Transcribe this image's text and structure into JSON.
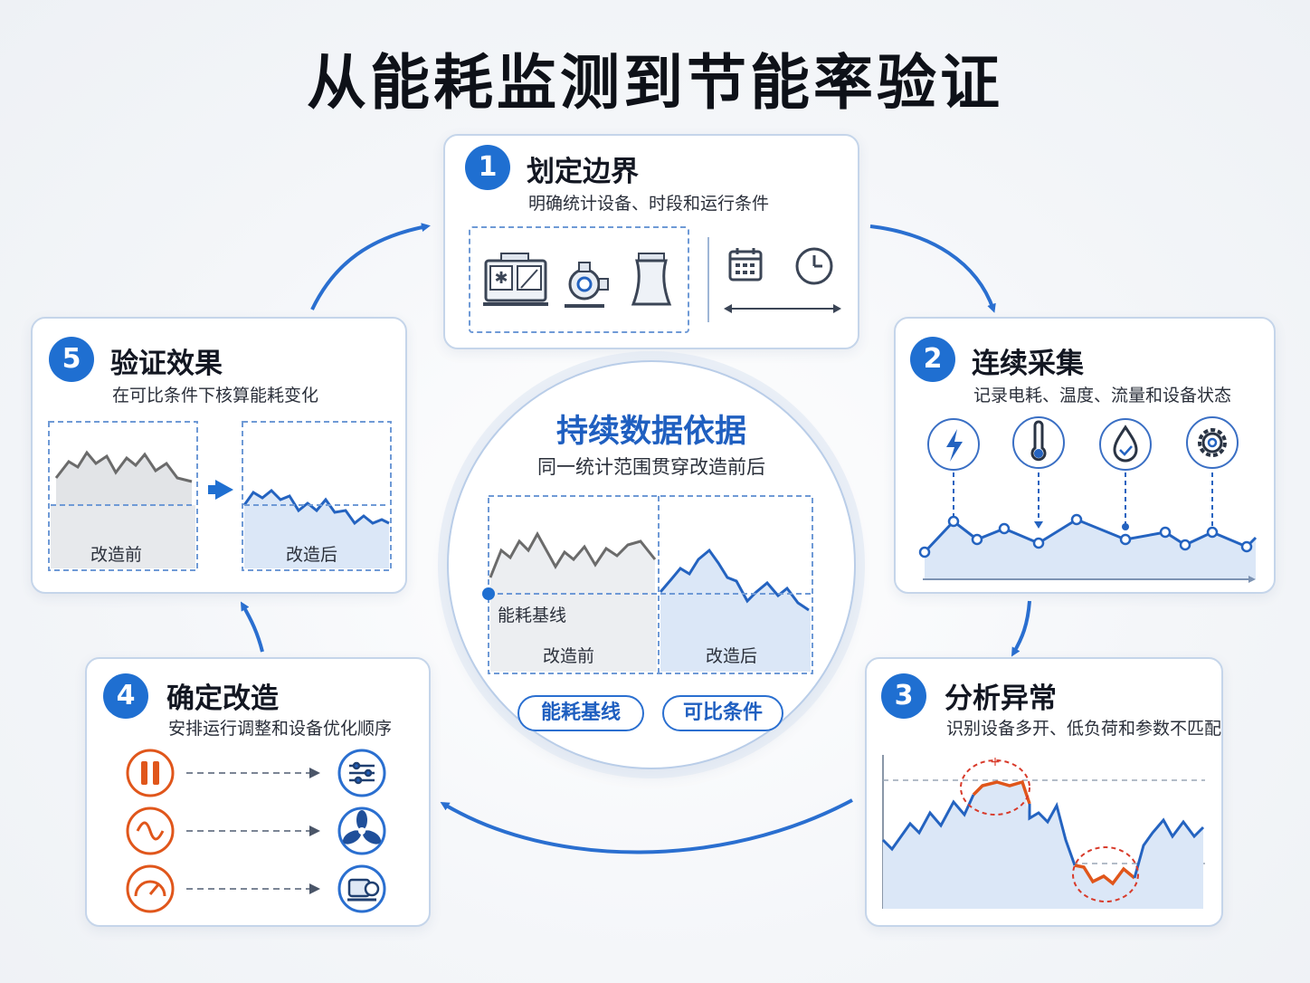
{
  "title": "从能耗监测到节能率验证",
  "steps": [
    {
      "num": "1",
      "title": "划定边界",
      "subtitle": "明确统计设备、时段和运行条件"
    },
    {
      "num": "2",
      "title": "连续采集",
      "subtitle": "记录电耗、温度、流量和设备状态"
    },
    {
      "num": "3",
      "title": "分析异常",
      "subtitle": "识别设备多开、低负荷和参数不匹配"
    },
    {
      "num": "4",
      "title": "确定改造",
      "subtitle": "安排运行调整和设备优化顺序"
    },
    {
      "num": "5",
      "title": "验证效果",
      "subtitle": "在可比条件下核算能耗变化"
    }
  ],
  "center": {
    "title": "持续数据依据",
    "subtitle": "同一统计范围贯穿改造前后",
    "baseline_label": "能耗基线",
    "before_label": "改造前",
    "after_label": "改造后",
    "pills": [
      "能耗基线",
      "可比条件"
    ]
  },
  "step5": {
    "before_label": "改造前",
    "after_label": "改造后"
  },
  "icons": {
    "step1": [
      "chiller-icon",
      "pump-icon",
      "cooling-tower-icon",
      "calendar-icon",
      "clock-icon"
    ],
    "step2": [
      "lightning-icon",
      "thermometer-icon",
      "water-drop-icon",
      "gear-icon"
    ],
    "step4": [
      "pause-icon",
      "wave-icon",
      "gauge-icon",
      "sliders-icon",
      "fan-icon",
      "motor-pump-icon"
    ]
  },
  "colors": {
    "accent": "#1f6fd1",
    "line": "#2463c0",
    "fill": "#dbe7f7",
    "alert": "#e0561b",
    "gray_line": "#6b6b6b"
  }
}
